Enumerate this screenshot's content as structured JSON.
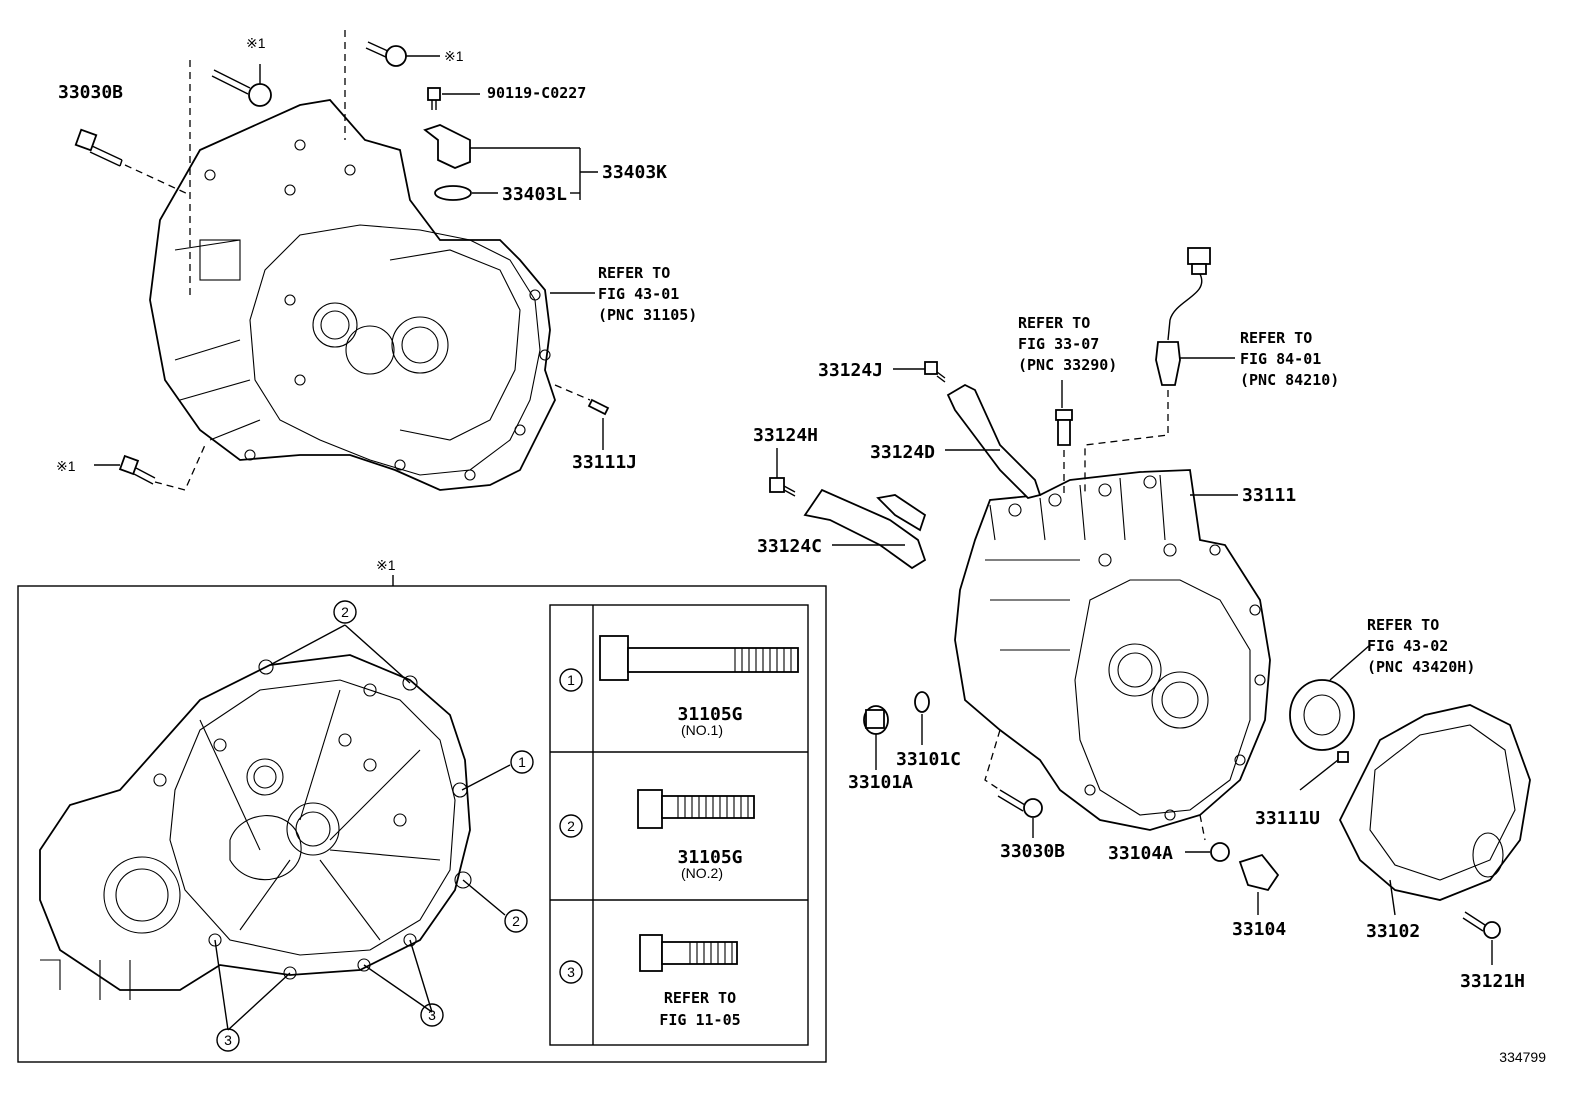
{
  "diagram_id": "334799",
  "callout_ref": "※1",
  "labels": {
    "p33030B_top": "33030B",
    "p90119": "90119-C0227",
    "p33403K": "33403K",
    "p33403L": "33403L",
    "refer_43_01": [
      "REFER TO",
      "FIG 43-01",
      "(PNC 31105)"
    ],
    "p33111J": "33111J",
    "refer_33_07": [
      "REFER TO",
      "FIG 33-07",
      "(PNC 33290)"
    ],
    "refer_84_01": [
      "REFER TO",
      "FIG 84-01",
      "(PNC 84210)"
    ],
    "p33124J": "33124J",
    "p33124H": "33124H",
    "p33124D": "33124D",
    "p33124C": "33124C",
    "p33111": "33111",
    "refer_43_02": [
      "REFER TO",
      "FIG 43-02",
      "(PNC 43420H)"
    ],
    "p33101C": "33101C",
    "p33101A": "33101A",
    "p33030B_bottom": "33030B",
    "p33104A": "33104A",
    "p33111U": "33111U",
    "p33104": "33104",
    "p33102": "33102",
    "p33121H": "33121H"
  },
  "bolt_table": [
    {
      "index": "1",
      "part": "31105G",
      "note": "(NO.1)"
    },
    {
      "index": "2",
      "part": "31105G",
      "note": "(NO.2)"
    },
    {
      "index": "3",
      "part": "REFER TO",
      "note": "FIG 11-05"
    }
  ],
  "inset_callouts": [
    "1",
    "2",
    "3"
  ]
}
